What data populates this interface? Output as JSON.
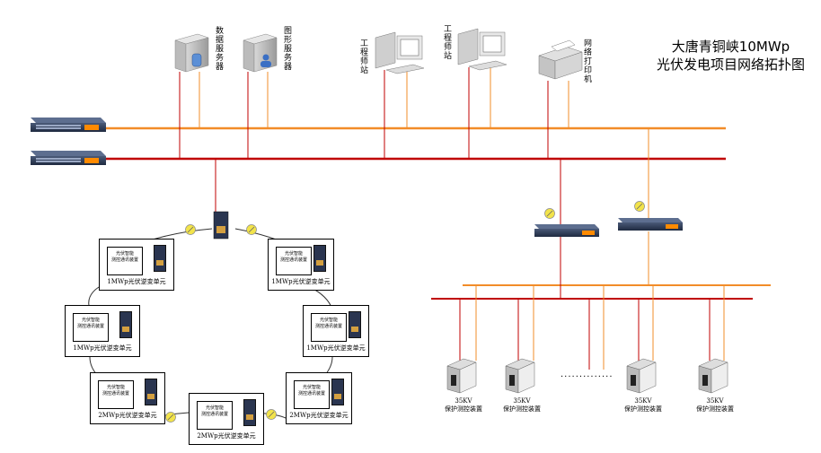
{
  "title_line1": "大唐青铜峡10MWp",
  "title_line2": "光伏发电项目网络拓扑图",
  "servers": {
    "data_server": "数据服务器",
    "graphics_server": "图形服务器"
  },
  "workstations": {
    "eng_station_1": "工程师站",
    "eng_station_2": "工程师站"
  },
  "printer": "网络打印机",
  "ring_units": [
    {
      "inner": "光伏智能\n测控通讯装置",
      "caption": "1MWp光伏逆变单元"
    },
    {
      "inner": "光伏智能\n测控通讯装置",
      "caption": "1MWp光伏逆变单元"
    },
    {
      "inner": "光伏智能\n测控通讯装置",
      "caption": "1MWp光伏逆变单元"
    },
    {
      "inner": "光伏智能\n测控通讯装置",
      "caption": "1MWp光伏逆变单元"
    },
    {
      "inner": "光伏智能\n测控通讯装置",
      "caption": "2MWp光伏逆变单元"
    },
    {
      "inner": "光伏智能\n测控通讯装置",
      "caption": "2MWp光伏逆变单元"
    },
    {
      "inner": "光伏智能\n测控通讯装置",
      "caption": "2MWp光伏逆变单元"
    }
  ],
  "protection_devices": [
    {
      "line1": "35KV",
      "line2": "保护测控装置"
    },
    {
      "line1": "35KV",
      "line2": "保护测控装置"
    },
    {
      "line1": "35KV",
      "line2": "保护测控装置"
    },
    {
      "line1": "35KV",
      "line2": "保护测控装置"
    }
  ],
  "dots": "..............",
  "colors": {
    "orange_bus": "#f28c28",
    "red_bus": "#c00000",
    "ring_line": "#333333"
  }
}
